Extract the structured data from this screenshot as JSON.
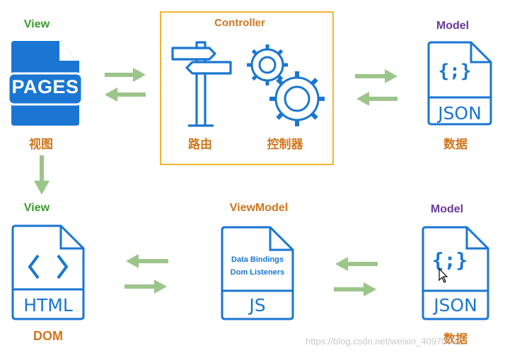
{
  "top": {
    "view_title": "View",
    "view_caption": "视图",
    "pages_doc": "PAGES",
    "controller_title": "Controller",
    "router_caption": "路由",
    "controller_caption": "控制器",
    "model_title": "Model",
    "model_caption": "数据",
    "json_doc": "JSON",
    "json_brace": "{;}"
  },
  "bottom": {
    "view_title": "View",
    "dom_caption": "DOM",
    "html_doc": "HTML",
    "viewmodel_title": "ViewModel",
    "js_line1": "Data Bindings",
    "js_line2": "Dom Listeners",
    "js_doc": "JS",
    "model_title": "Model",
    "model_caption": "数据",
    "json_doc": "JSON",
    "json_brace": "{;}"
  },
  "watermark": "https://blog.csdn.net/weixin_40970987",
  "colors": {
    "icon_blue": "#1a76d2",
    "arrow_green": "#9cc58a",
    "controller_border": "#f2b531",
    "view_label": "#3a9a2c",
    "model_label": "#6a3a9a",
    "orange_label": "#d0761c"
  }
}
